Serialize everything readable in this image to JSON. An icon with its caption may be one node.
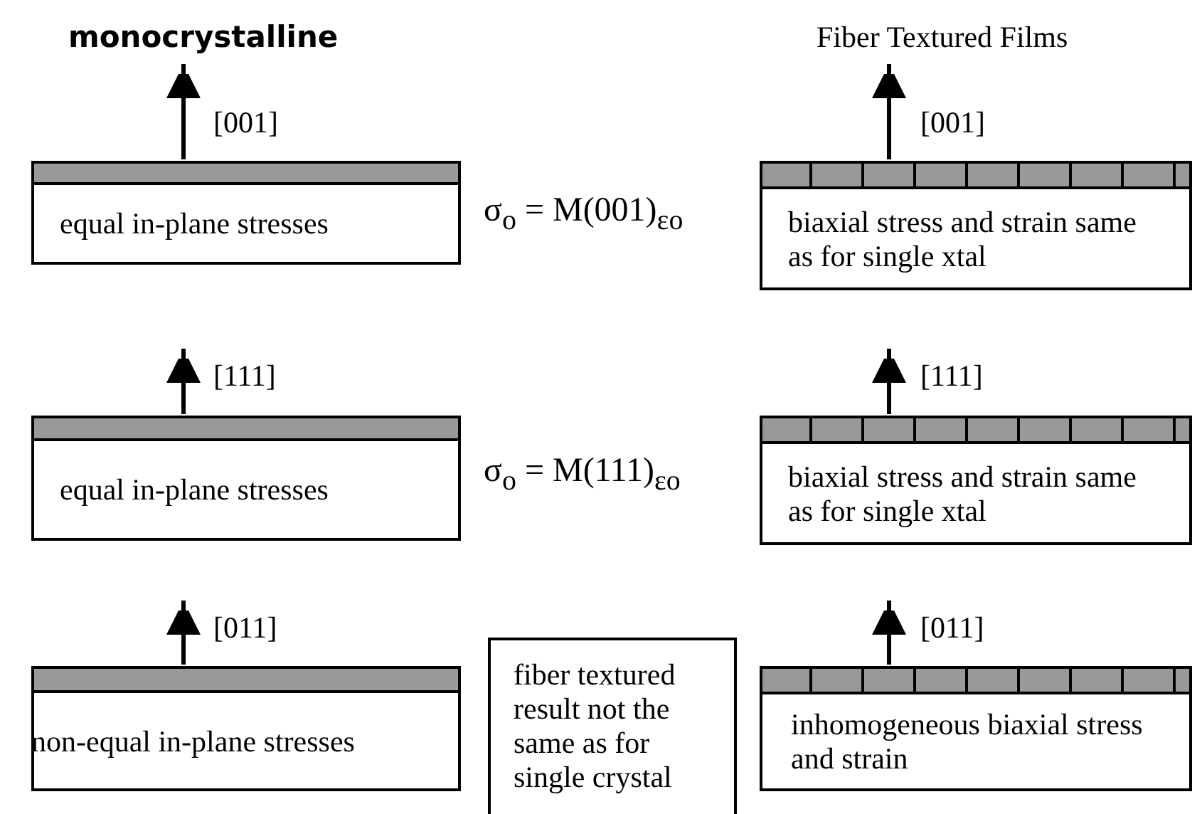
{
  "diagram": {
    "nodes": [
      {
        "text": [
          "equal in-plane stresses"
        ]
      },
      {
        "text": [
          "biaxial stress and strain same as for single xtal"
        ]
      },
      {
        "text": [
          "equal in-plane stresses"
        ]
      },
      {
        "text": [
          "biaxial stress and strain same as for single xtal"
        ]
      },
      {
        "text": [
          "non-equal in-plane stresses"
        ]
      },
      {
        "text": [
          "fiber textured result not the same as for single crystal"
        ]
      },
      {
        "text": [
          "inhomogeneous biaxial stress and strain"
        ]
      }
    ],
    "edges": [],
    "labels": [
      "monocrystalline",
      "Fiber Textured Films",
      "[001]",
      "[001]",
      "σ$_{o}$ = M(001)$_{εo}$",
      "[111]",
      "[111]",
      "σ$_{o}$ = M(111)$_{εo}$",
      "[011]",
      "[011]"
    ]
  }
}
